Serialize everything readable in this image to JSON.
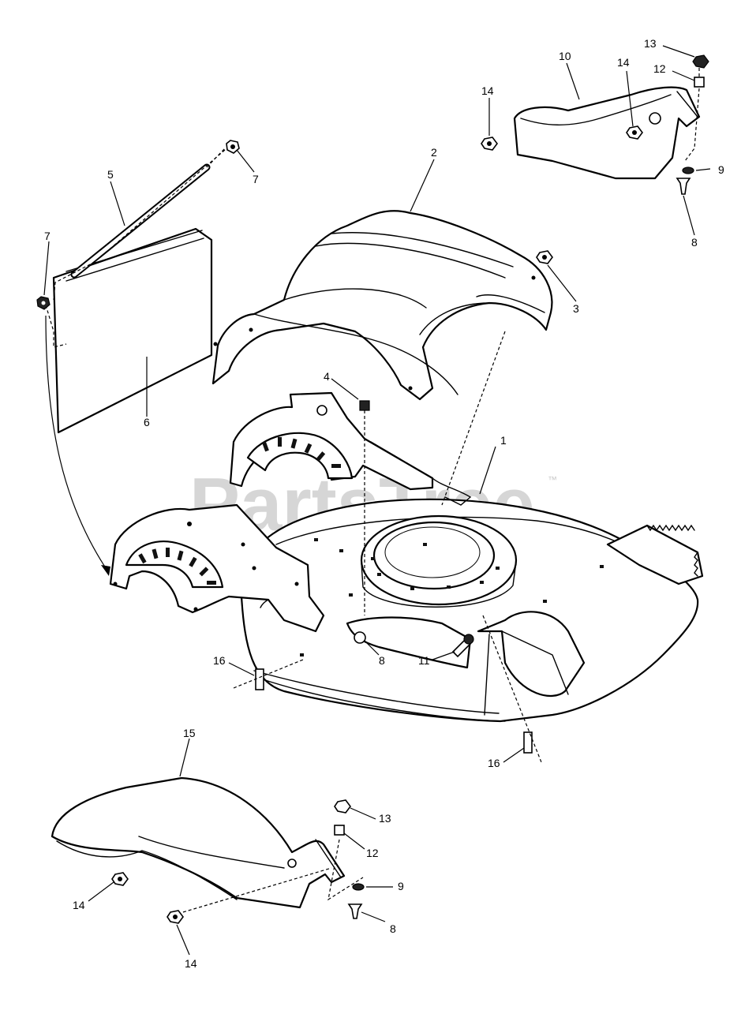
{
  "diagram": {
    "watermark": "PartsTree",
    "trademark": "™",
    "callouts": [
      {
        "id": "c1",
        "label": "1"
      },
      {
        "id": "c2",
        "label": "2"
      },
      {
        "id": "c3",
        "label": "3"
      },
      {
        "id": "c4",
        "label": "4"
      },
      {
        "id": "c5",
        "label": "5"
      },
      {
        "id": "c6",
        "label": "6"
      },
      {
        "id": "c7a",
        "label": "7"
      },
      {
        "id": "c7b",
        "label": "7"
      },
      {
        "id": "c8a",
        "label": "8"
      },
      {
        "id": "c8b",
        "label": "8"
      },
      {
        "id": "c8c",
        "label": "8"
      },
      {
        "id": "c9a",
        "label": "9"
      },
      {
        "id": "c9b",
        "label": "9"
      },
      {
        "id": "c10",
        "label": "10"
      },
      {
        "id": "c11",
        "label": "11"
      },
      {
        "id": "c12a",
        "label": "12"
      },
      {
        "id": "c12b",
        "label": "12"
      },
      {
        "id": "c13a",
        "label": "13"
      },
      {
        "id": "c13b",
        "label": "13"
      },
      {
        "id": "c14a",
        "label": "14"
      },
      {
        "id": "c14b",
        "label": "14"
      },
      {
        "id": "c14c",
        "label": "14"
      },
      {
        "id": "c14d",
        "label": "14"
      },
      {
        "id": "c15",
        "label": "15"
      },
      {
        "id": "c16a",
        "label": "16"
      },
      {
        "id": "c16b",
        "label": "16"
      }
    ]
  }
}
